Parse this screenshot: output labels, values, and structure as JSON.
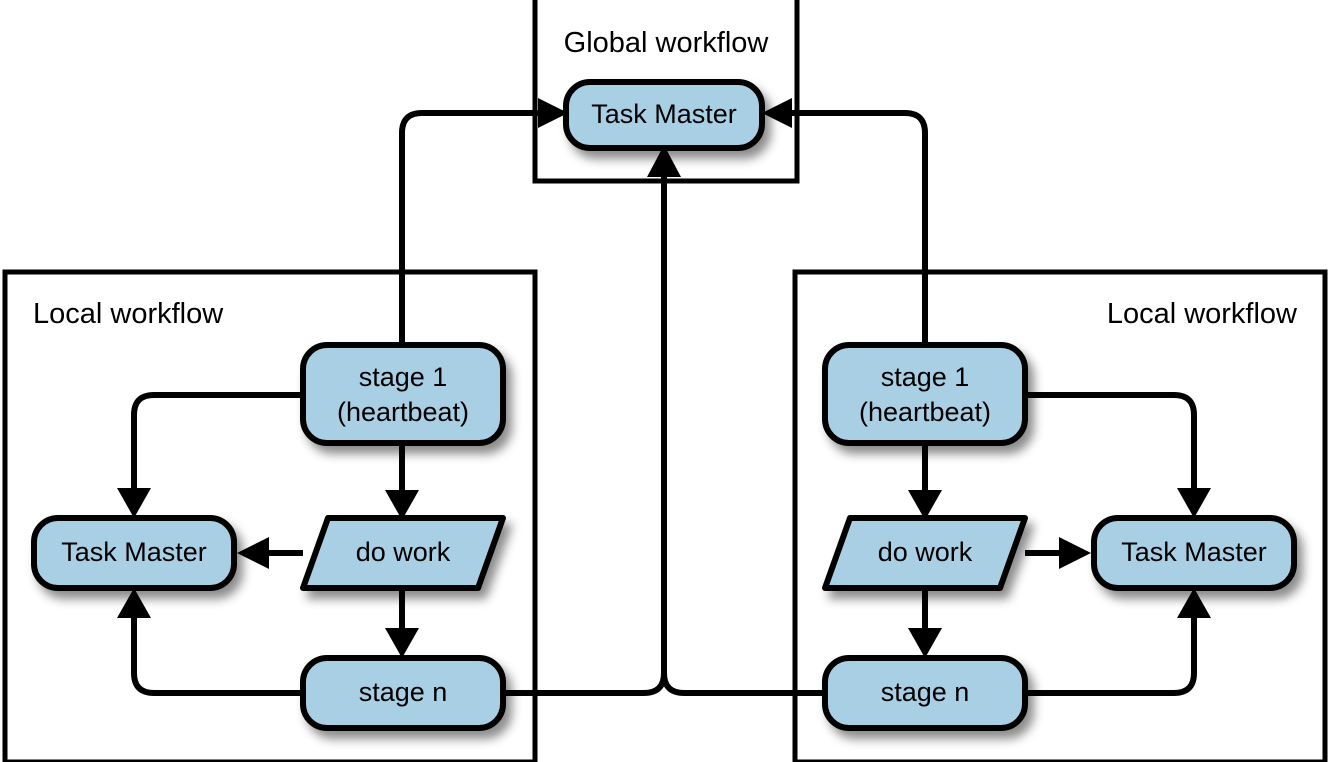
{
  "diagram": {
    "title_text": "Global workflow",
    "type": "workflow-architecture-diagram",
    "colors": {
      "node_fill": "#a9cfe5",
      "stroke": "#000000",
      "background": "#ffffff"
    },
    "containers": [
      {
        "id": "global",
        "label": "Global workflow"
      },
      {
        "id": "local-left",
        "label": "Local workflow"
      },
      {
        "id": "local-right",
        "label": "Local workflow"
      }
    ],
    "global_workflow": {
      "label": "Global workflow",
      "task_master": {
        "label": "Task Master",
        "shape": "rounded-rect"
      }
    },
    "local_left": {
      "label": "Local workflow",
      "stage1": {
        "label_line1": "stage 1",
        "label_line2": "(heartbeat)",
        "shape": "rounded-rect"
      },
      "do_work": {
        "label": "do work",
        "shape": "parallelogram"
      },
      "stage_n": {
        "label": "stage n",
        "shape": "rounded-rect"
      },
      "task_master": {
        "label": "Task Master",
        "shape": "rounded-rect"
      }
    },
    "local_right": {
      "label": "Local workflow",
      "stage1": {
        "label_line1": "stage 1",
        "label_line2": "(heartbeat)",
        "shape": "rounded-rect"
      },
      "do_work": {
        "label": "do work",
        "shape": "parallelogram"
      },
      "stage_n": {
        "label": "stage n",
        "shape": "rounded-rect"
      },
      "task_master": {
        "label": "Task Master",
        "shape": "rounded-rect"
      }
    },
    "edges": [
      {
        "from": "local-left.stage1",
        "to": "global.task_master",
        "direction": "up-then-right"
      },
      {
        "from": "local-left.stage1",
        "to": "local-left.task_master",
        "direction": "left-then-down"
      },
      {
        "from": "local-left.stage1",
        "to": "local-left.do_work",
        "direction": "down"
      },
      {
        "from": "local-left.do_work",
        "to": "local-left.task_master",
        "direction": "left"
      },
      {
        "from": "local-left.do_work",
        "to": "local-left.stage_n",
        "direction": "down"
      },
      {
        "from": "local-left.stage_n",
        "to": "local-left.task_master",
        "direction": "left-then-up"
      },
      {
        "from": "local-left.stage_n",
        "to": "global.task_master",
        "direction": "right-then-up"
      },
      {
        "from": "local-right.stage1",
        "to": "global.task_master",
        "direction": "up-then-left"
      },
      {
        "from": "local-right.stage1",
        "to": "local-right.task_master",
        "direction": "right-then-down"
      },
      {
        "from": "local-right.stage1",
        "to": "local-right.do_work",
        "direction": "down"
      },
      {
        "from": "local-right.do_work",
        "to": "local-right.task_master",
        "direction": "right"
      },
      {
        "from": "local-right.do_work",
        "to": "local-right.stage_n",
        "direction": "down"
      },
      {
        "from": "local-right.stage_n",
        "to": "local-right.task_master",
        "direction": "right-then-up"
      },
      {
        "from": "local-right.stage_n",
        "to": "global.task_master",
        "direction": "left-then-up"
      }
    ]
  }
}
